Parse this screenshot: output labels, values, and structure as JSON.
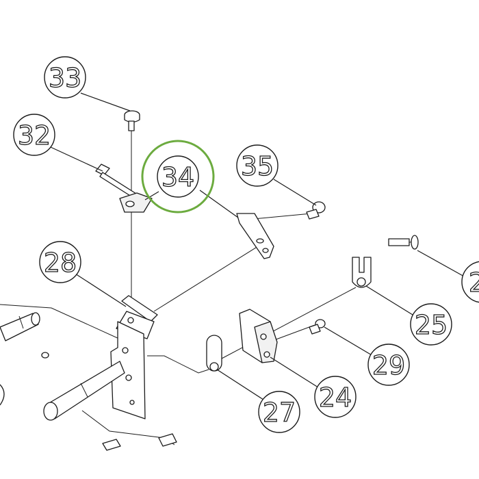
{
  "colors": {
    "line": "#1a1a1a",
    "highlight": "#6cab3f",
    "background": "#ffffff"
  },
  "highlighted_callout": "34",
  "callouts": [
    {
      "id": "33",
      "label": "33"
    },
    {
      "id": "32",
      "label": "32"
    },
    {
      "id": "34",
      "label": "34"
    },
    {
      "id": "35",
      "label": "35"
    },
    {
      "id": "28",
      "label": "28"
    },
    {
      "id": "25",
      "label": "25"
    },
    {
      "id": "29",
      "label": "29"
    },
    {
      "id": "24",
      "label": "24"
    },
    {
      "id": "27",
      "label": "27"
    },
    {
      "id": "2x",
      "label": "2"
    }
  ]
}
